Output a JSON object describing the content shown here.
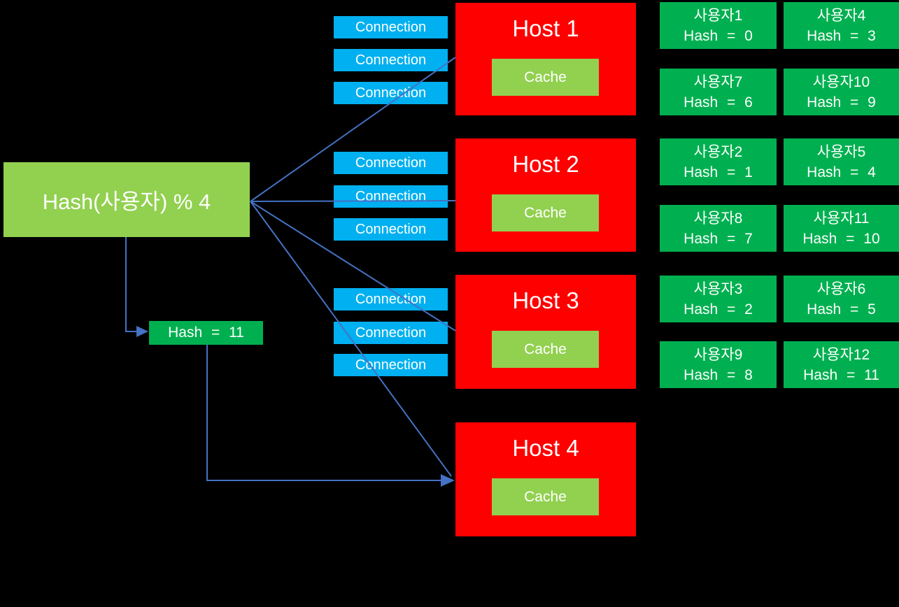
{
  "diagram": {
    "title_meaning": "Hash based sharding of users to cache hosts",
    "hash_function": {
      "label": "Hash(사용자) % 4"
    },
    "hash_result": {
      "label": "Hash = 11"
    },
    "connection_label": "Connection",
    "hosts": [
      {
        "name": "Host 1",
        "cache_label": "Cache"
      },
      {
        "name": "Host 2",
        "cache_label": "Cache"
      },
      {
        "name": "Host 3",
        "cache_label": "Cache"
      },
      {
        "name": "Host 4",
        "cache_label": "Cache"
      }
    ],
    "users": [
      {
        "name": "사용자1",
        "hash": "Hash = 0"
      },
      {
        "name": "사용자4",
        "hash": "Hash = 3"
      },
      {
        "name": "사용자7",
        "hash": "Hash = 6"
      },
      {
        "name": "사용자10",
        "hash": "Hash = 9"
      },
      {
        "name": "사용자2",
        "hash": "Hash = 1"
      },
      {
        "name": "사용자5",
        "hash": "Hash = 4"
      },
      {
        "name": "사용자8",
        "hash": "Hash = 7"
      },
      {
        "name": "사용자11",
        "hash": "Hash = 10"
      },
      {
        "name": "사용자3",
        "hash": "Hash = 2"
      },
      {
        "name": "사용자6",
        "hash": "Hash = 5"
      },
      {
        "name": "사용자9",
        "hash": "Hash = 8"
      },
      {
        "name": "사용자12",
        "hash": "Hash = 11"
      }
    ],
    "colors": {
      "background": "#000000",
      "hash_function_box": "#92D050",
      "hash_result_box": "#00B050",
      "connection_box": "#00B0F0",
      "host_box": "#FF0000",
      "cache_box": "#92D050",
      "user_box": "#00B050",
      "arrow": "#4472C4",
      "text": "#FFFFFF"
    }
  }
}
